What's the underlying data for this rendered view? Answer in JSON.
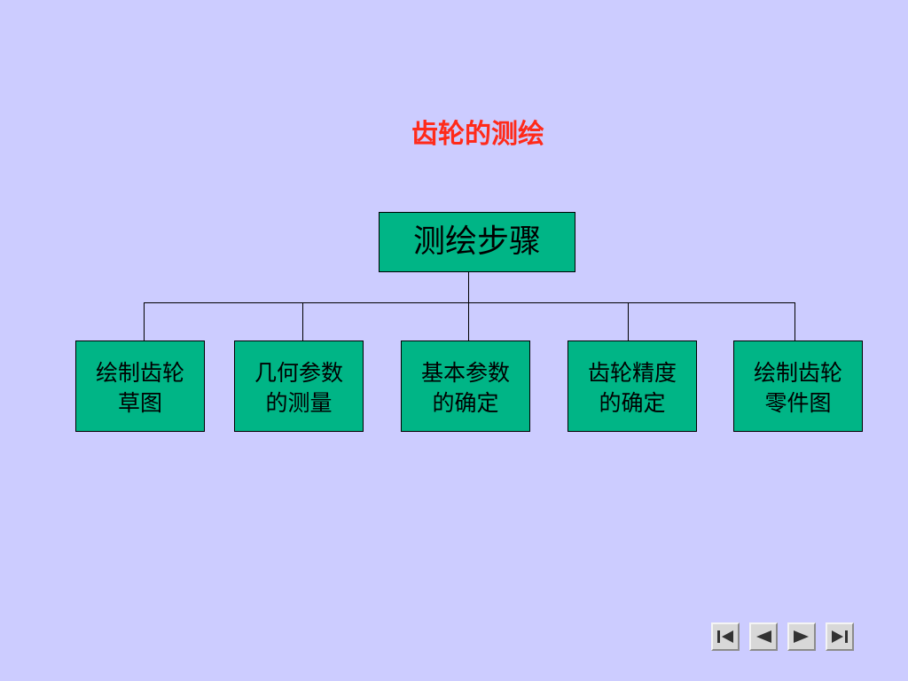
{
  "slide": {
    "title": "齿轮的测绘"
  },
  "diagram": {
    "root": "测绘步骤",
    "children": [
      "绘制齿轮\n草图",
      "几何参数\n的测量",
      "基本参数\n的确定",
      "齿轮精度\n的确定",
      "绘制齿轮\n零件图"
    ]
  },
  "navigation": {
    "buttons": [
      "first-slide-icon",
      "previous-slide-icon",
      "next-slide-icon",
      "last-slide-icon"
    ]
  },
  "colors": {
    "background": "#CCCCFF",
    "title": "#FF2A1A",
    "box_fill": "#00B586",
    "line": "#000000"
  }
}
